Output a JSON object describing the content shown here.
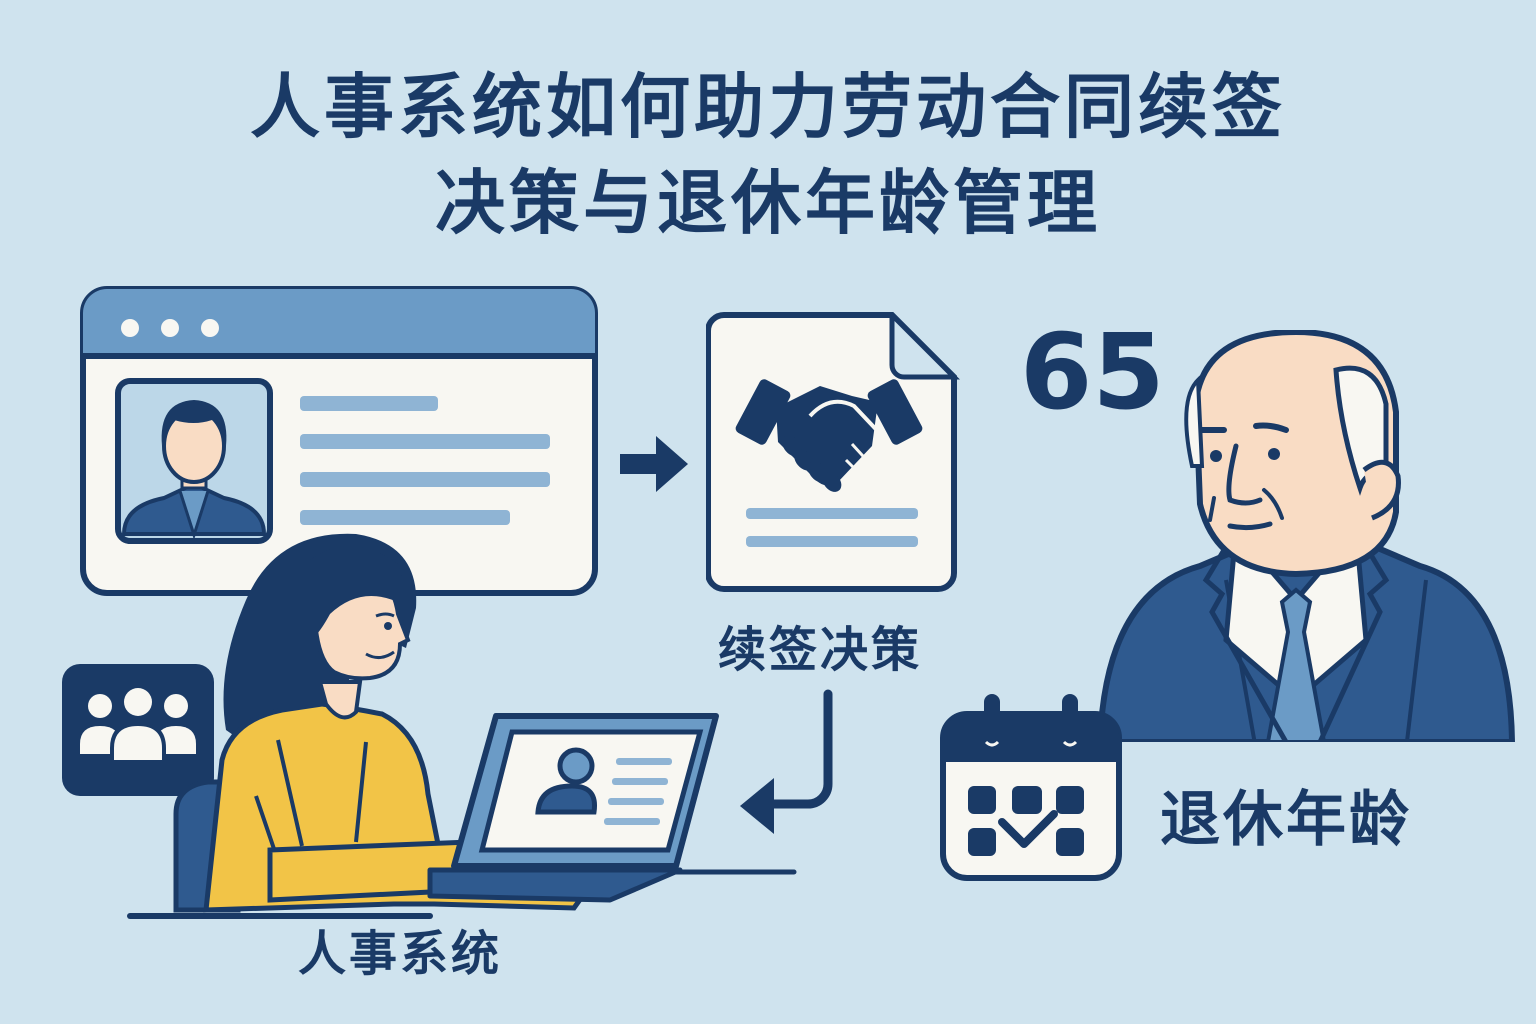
{
  "title": {
    "line1": "人事系统如何助力劳动合同续签",
    "line2": "决策与退休年龄管理"
  },
  "sections": {
    "hr_system": {
      "label": "人事系统",
      "icon": "hr-browser-window-icon"
    },
    "renewal": {
      "label": "续签决策",
      "icon": "handshake-document-icon"
    },
    "retirement": {
      "label": "退休年龄",
      "age": "65",
      "icon": "calendar-check-icon"
    }
  },
  "icons": {
    "team": "team-group-icon",
    "arrow_right": "arrow-right-icon",
    "arrow_return": "arrow-return-left-icon"
  },
  "colors": {
    "background": "#cfe3ee",
    "navy": "#1a3a66",
    "mid_blue": "#6b9bc6",
    "light_bar": "#8fb4d4",
    "paper": "#f8f7f2",
    "skin": "#f9dcc4",
    "sweater": "#f2c447",
    "suit": "#2f5a8f"
  }
}
